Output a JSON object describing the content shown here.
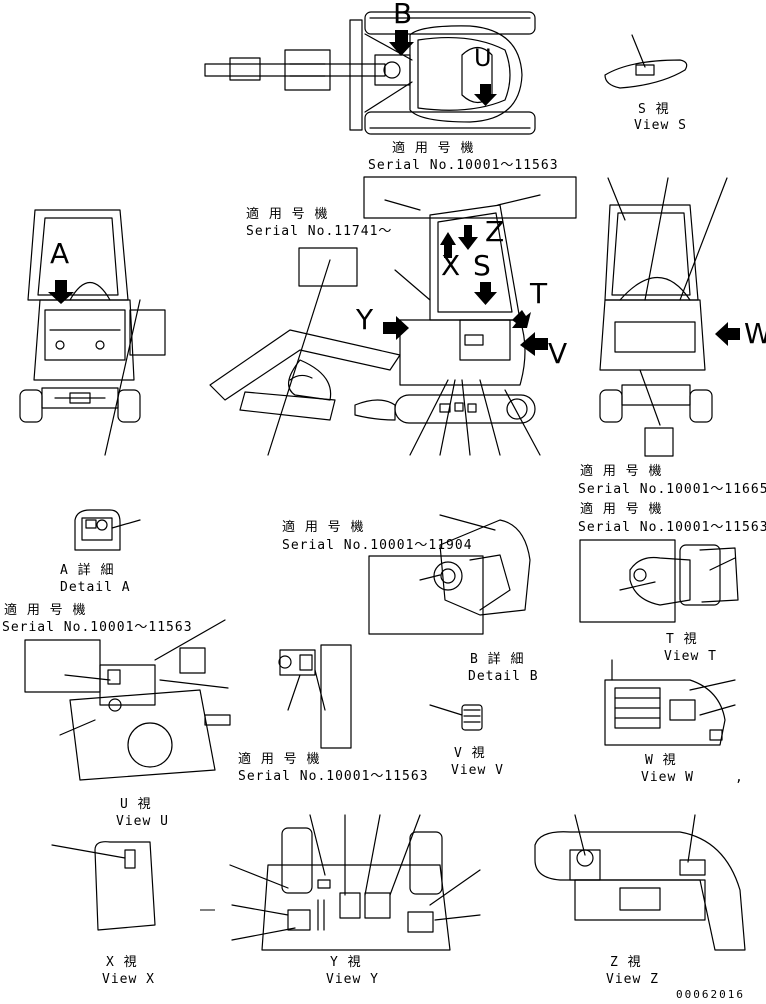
{
  "serial_labels": {
    "top": {
      "jp": "適 用 号 機",
      "en": "Serial No.10001～11563"
    },
    "upper_mid": {
      "jp": "適 用 号 機",
      "en": "Serial No.11741～"
    },
    "right_1": {
      "jp": "適 用 号 機",
      "en": "Serial No.10001～11665"
    },
    "right_2": {
      "jp": "適 用 号 機",
      "en": "Serial No.10001～11563"
    },
    "detail_b": {
      "jp": "適 用 号 機",
      "en": "Serial No.10001～11904"
    },
    "left_u": {
      "jp": "適 用 号 機",
      "en": "Serial No.10001～11563"
    },
    "bottom_mid": {
      "jp": "適 用 号 機",
      "en": "Serial No.10001～11563"
    }
  },
  "views": {
    "s": {
      "jp": "S 視",
      "en": "View S"
    },
    "t": {
      "jp": "T 視",
      "en": "View T"
    },
    "u": {
      "jp": "U 視",
      "en": "View U"
    },
    "v": {
      "jp": "V 視",
      "en": "View V"
    },
    "w": {
      "jp": "W 視",
      "en": "View W"
    },
    "x": {
      "jp": "X 視",
      "en": "View X"
    },
    "y": {
      "jp": "Y 視",
      "en": "View Y"
    },
    "z": {
      "jp": "Z 視",
      "en": "View Z"
    }
  },
  "details": {
    "a": {
      "jp": "A 詳 細",
      "en": "Detail A"
    },
    "b": {
      "jp": "B 詳 細",
      "en": "Detail B"
    }
  },
  "arrow_letters": {
    "a": "A",
    "b": "B",
    "u": "U",
    "x": "X",
    "y": "Y",
    "z": "Z",
    "s": "S",
    "t": "T",
    "v": "V",
    "w": "W"
  },
  "stray_mark": ",",
  "drawing_code": "00062016"
}
